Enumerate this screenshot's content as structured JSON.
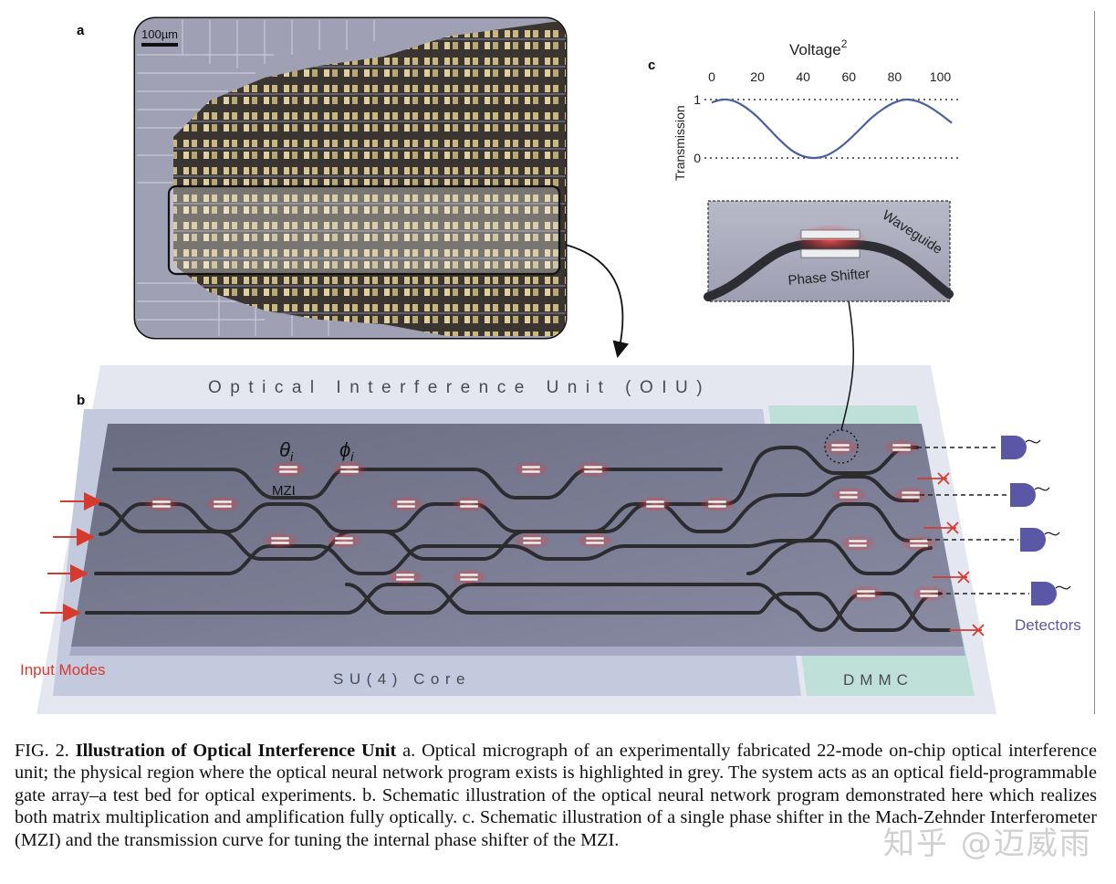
{
  "panel_labels": {
    "a": "a",
    "b": "b",
    "c": "c"
  },
  "panel_a": {
    "scale_bar": "100µm"
  },
  "panel_b": {
    "oiu_title": "Optical Interference Unit (OIU)",
    "su4_label": "SU(4) Core",
    "dmmc_label": "DMMC",
    "theta_label": "θ",
    "theta_sub": "i",
    "phi_label": "ϕ",
    "phi_sub": "i",
    "mzi_label": "MZI",
    "input_modes": "Input Modes",
    "detectors": "Detectors"
  },
  "panel_c": {
    "waveguide": "Waveguide",
    "phase_shifter": "Phase Shifter",
    "chart_data": {
      "type": "line",
      "title": "",
      "xlabel": "Voltage²",
      "xlabel_base": "Voltage",
      "xlabel_sup": "2",
      "ylabel": "Transmission",
      "x_ticks": [
        "0",
        "20",
        "40",
        "60",
        "80",
        "100"
      ],
      "y_ticks": [
        "1",
        "0"
      ],
      "xlim": [
        0,
        105
      ],
      "ylim": [
        0,
        1
      ],
      "x": [
        0,
        5,
        10,
        15,
        20,
        25,
        30,
        35,
        40,
        45,
        50,
        55,
        60,
        65,
        70,
        75,
        80,
        85,
        90,
        95,
        100,
        105
      ],
      "y": [
        0.95,
        1.0,
        0.97,
        0.86,
        0.7,
        0.5,
        0.3,
        0.13,
        0.03,
        0.0,
        0.04,
        0.15,
        0.31,
        0.5,
        0.69,
        0.84,
        0.95,
        1.0,
        0.97,
        0.88,
        0.75,
        0.6
      ],
      "reference_lines": [
        1,
        0
      ],
      "line_color": "#4a5f9e"
    }
  },
  "caption": {
    "fig_label": "FIG. 2.",
    "title": "Illustration of Optical Interference Unit",
    "body": "a. Optical micrograph of an experimentally fabricated 22-mode on-chip optical interference unit; the physical region where the optical neural network program exists is highlighted in grey. The system acts as an optical field-programmable gate array–a test bed for optical experiments. b. Schematic illustration of the optical neural network program demonstrated here which realizes both matrix multiplication and amplification fully optically. c. Schematic illustration of a single phase shifter in the Mach-Zehnder Interferometer (MZI) and the transmission curve for tuning the internal phase shifter of the MZI."
  },
  "watermark": "知乎 @迈威雨",
  "colors": {
    "chip_top": "#6f7187",
    "chip_edge": "#a7a9c4",
    "su4_band": "#bfc6d8",
    "dmmc_band": "#b9ddd6",
    "waveguide": "#2b2b30",
    "heater_glow": "#ff4d4d",
    "input_arrow": "#d63a2f",
    "detector": "#5a58a6",
    "curve": "#4a5f9e"
  }
}
